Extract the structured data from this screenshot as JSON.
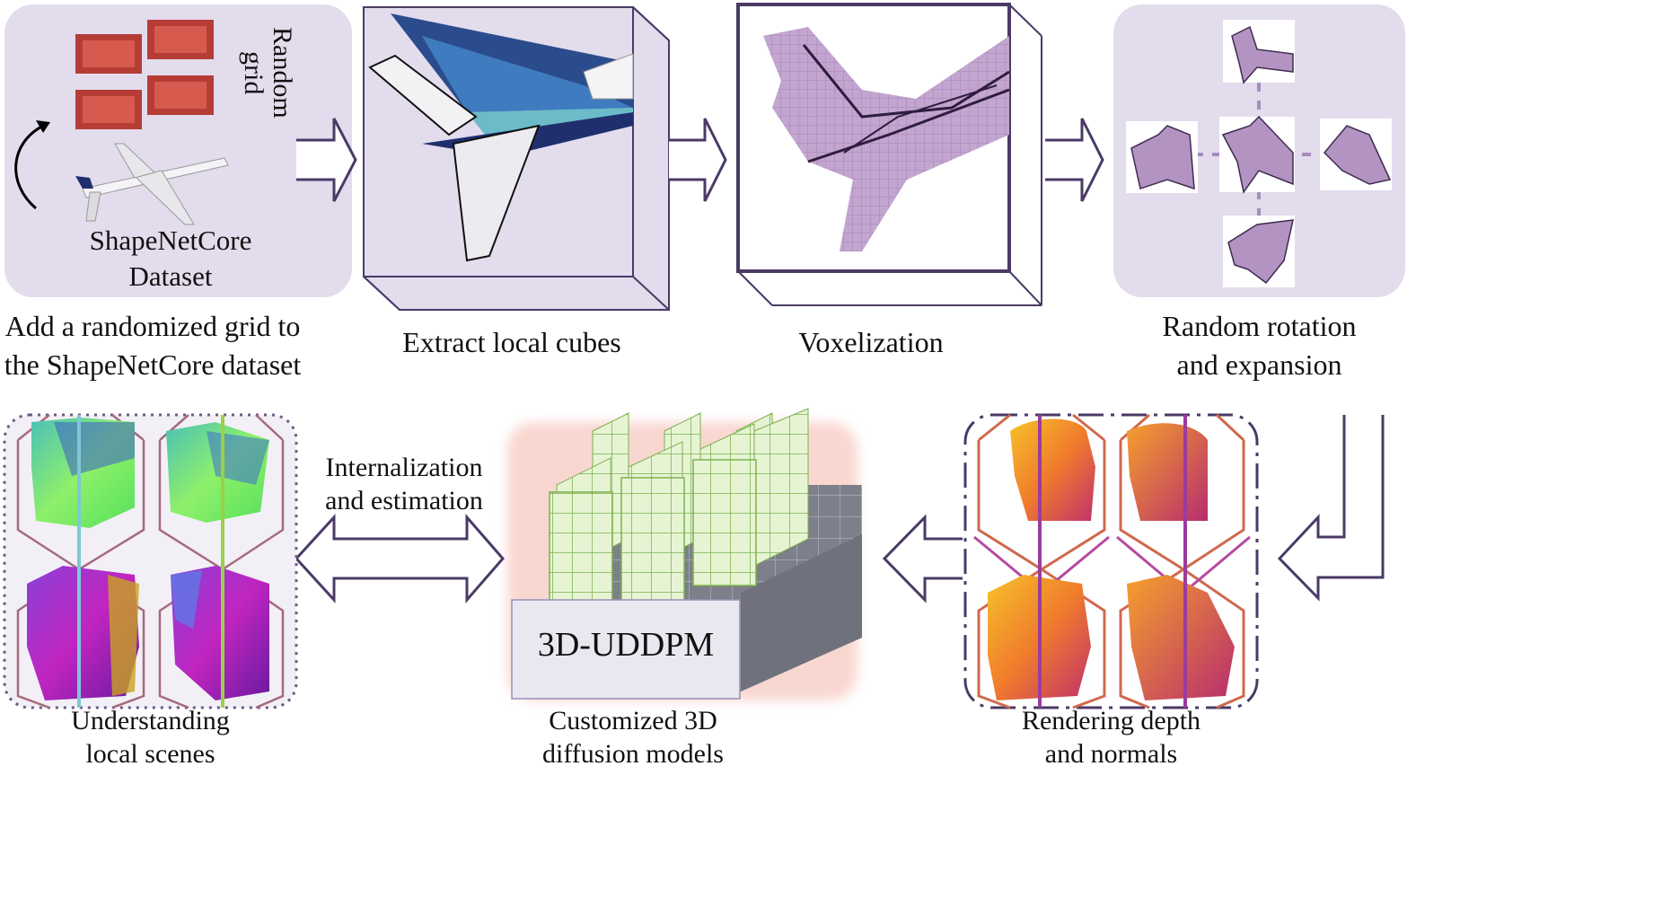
{
  "colors": {
    "panel_fill": "#e3dced",
    "outline": "#4a3a66",
    "voxel": "#b393c2",
    "grid_red": "#c9524a",
    "diffusion_green": "#e4f2d2"
  },
  "step1": {
    "grid_label": "Random\ngrid",
    "dataset_label": "ShapeNetCore\nDataset",
    "caption": "Add a randomized grid to\nthe ShapeNetCore dataset"
  },
  "step2": {
    "caption": "Extract local cubes"
  },
  "step3": {
    "caption": "Voxelization"
  },
  "step4": {
    "caption": "Random rotation\nand expansion"
  },
  "step5": {
    "caption": "Rendering depth\nand normals"
  },
  "step6": {
    "model_label": "3D-UDDPM",
    "caption": "Customized 3D\ndiffusion models"
  },
  "step7": {
    "caption": "Understanding\nlocal scenes"
  },
  "link": {
    "label": "Internalization\nand estimation"
  }
}
